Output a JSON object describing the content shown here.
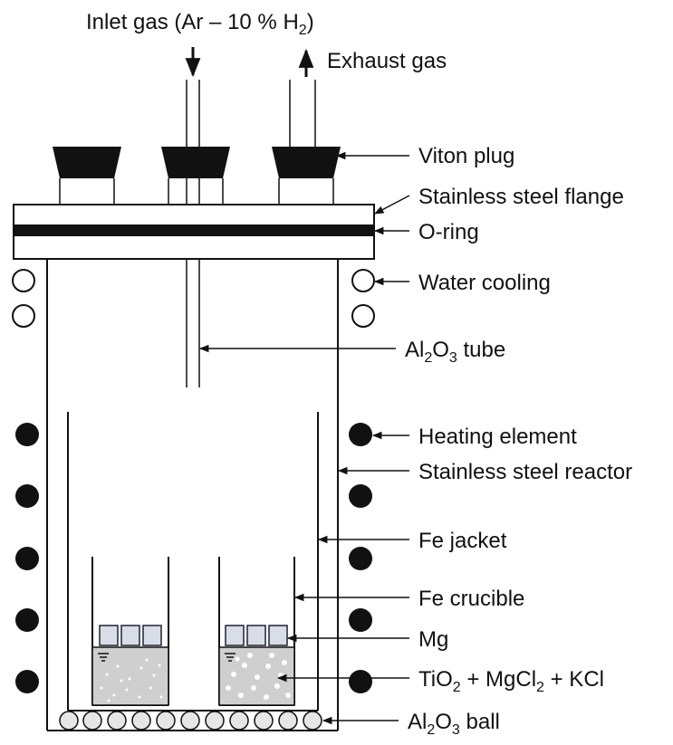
{
  "labels": {
    "inlet_gas": "Inlet gas (Ar – 10 % H",
    "inlet_gas_sub": "2",
    "inlet_gas_end": ")",
    "exhaust_gas": "Exhaust gas",
    "viton_plug": "Viton plug",
    "stainless_steel_flange": "Stainless steel flange",
    "o_ring": "O-ring",
    "water_cooling": "Water cooling",
    "al2o3_tube": {
      "a": "Al",
      "s1": "2",
      "b": "O",
      "s2": "3",
      "c": " tube"
    },
    "heating_element": "Heating element",
    "stainless_steel_reactor": "Stainless steel reactor",
    "fe_jacket": "Fe jacket",
    "fe_crucible": "Fe crucible",
    "mg": "Mg",
    "mixture": {
      "a": "TiO",
      "s1": "2",
      "b": " + MgCl",
      "s2": "2",
      "c": " + KCl"
    },
    "al2o3_ball": {
      "a": "Al",
      "s1": "2",
      "b": "O",
      "s2": "3",
      "c": " ball"
    }
  }
}
